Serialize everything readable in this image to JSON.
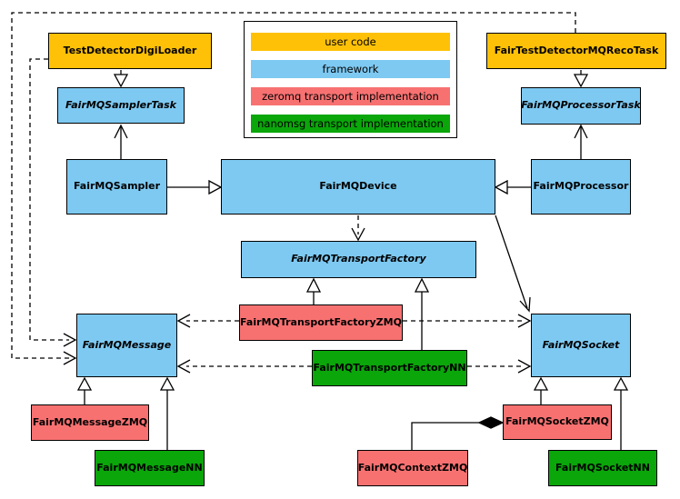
{
  "colors": {
    "user_code": "#FFC107",
    "framework": "#7DC9F2",
    "zeromq": "#F87171",
    "nanomsg": "#0AA60A",
    "line": "#000000",
    "background": "#FFFFFF"
  },
  "legend": {
    "items": [
      {
        "label": "user code",
        "color_key": "user_code"
      },
      {
        "label": "framework",
        "color_key": "framework"
      },
      {
        "label": "zeromq transport implementation",
        "color_key": "zeromq"
      },
      {
        "label": "nanomsg transport implementation",
        "color_key": "nanomsg"
      }
    ]
  },
  "nodes": {
    "digi_loader": {
      "label": "TestDetectorDigiLoader",
      "category": "user_code",
      "abstract": false
    },
    "reco_task": {
      "label": "FairTestDetectorMQRecoTask",
      "category": "user_code",
      "abstract": false
    },
    "sampler_task": {
      "label": "FairMQSamplerTask",
      "category": "framework",
      "abstract": true
    },
    "processor_task": {
      "label": "FairMQProcessorTask",
      "category": "framework",
      "abstract": true
    },
    "sampler": {
      "label": "FairMQSampler",
      "category": "framework",
      "abstract": false
    },
    "device": {
      "label": "FairMQDevice",
      "category": "framework",
      "abstract": false
    },
    "processor": {
      "label": "FairMQProcessor",
      "category": "framework",
      "abstract": false
    },
    "transport_factory": {
      "label": "FairMQTransportFactory",
      "category": "framework",
      "abstract": true
    },
    "transport_factory_zmq": {
      "label": "FairMQTransportFactoryZMQ",
      "category": "zeromq",
      "abstract": false
    },
    "transport_factory_nn": {
      "label": "FairMQTransportFactoryNN",
      "category": "nanomsg",
      "abstract": false
    },
    "message": {
      "label": "FairMQMessage",
      "category": "framework",
      "abstract": true
    },
    "socket": {
      "label": "FairMQSocket",
      "category": "framework",
      "abstract": true
    },
    "message_zmq": {
      "label": "FairMQMessageZMQ",
      "category": "zeromq",
      "abstract": false
    },
    "message_nn": {
      "label": "FairMQMessageNN",
      "category": "nanomsg",
      "abstract": false
    },
    "context_zmq": {
      "label": "FairMQContextZMQ",
      "category": "zeromq",
      "abstract": false
    },
    "socket_zmq": {
      "label": "FairMQSocketZMQ",
      "category": "zeromq",
      "abstract": false
    },
    "socket_nn": {
      "label": "FairMQSocketNN",
      "category": "nanomsg",
      "abstract": false
    }
  },
  "connectors": [
    {
      "from": "TestDetectorDigiLoader",
      "to": "FairMQSamplerTask",
      "type": "inheritance"
    },
    {
      "from": "FairTestDetectorMQRecoTask",
      "to": "FairMQProcessorTask",
      "type": "inheritance"
    },
    {
      "from": "FairMQSampler",
      "to": "FairMQSamplerTask",
      "type": "association"
    },
    {
      "from": "FairMQProcessor",
      "to": "FairMQProcessorTask",
      "type": "association"
    },
    {
      "from": "FairMQSampler",
      "to": "FairMQDevice",
      "type": "inheritance"
    },
    {
      "from": "FairMQProcessor",
      "to": "FairMQDevice",
      "type": "inheritance"
    },
    {
      "from": "FairMQDevice",
      "to": "FairMQTransportFactory",
      "type": "dependency"
    },
    {
      "from": "FairMQDevice",
      "to": "FairMQSocket",
      "type": "association"
    },
    {
      "from": "TestDetectorDigiLoader",
      "to": "FairMQMessage",
      "type": "dependency"
    },
    {
      "from": "FairTestDetectorMQRecoTask",
      "to": "FairMQMessage",
      "type": "dependency"
    },
    {
      "from": "FairMQTransportFactoryZMQ",
      "to": "FairMQTransportFactory",
      "type": "inheritance"
    },
    {
      "from": "FairMQTransportFactoryNN",
      "to": "FairMQTransportFactory",
      "type": "inheritance"
    },
    {
      "from": "FairMQTransportFactoryZMQ",
      "to": "FairMQMessage",
      "type": "dependency"
    },
    {
      "from": "FairMQTransportFactoryZMQ",
      "to": "FairMQSocket",
      "type": "dependency"
    },
    {
      "from": "FairMQTransportFactoryNN",
      "to": "FairMQMessage",
      "type": "dependency"
    },
    {
      "from": "FairMQTransportFactoryNN",
      "to": "FairMQSocket",
      "type": "dependency"
    },
    {
      "from": "FairMQMessageZMQ",
      "to": "FairMQMessage",
      "type": "inheritance"
    },
    {
      "from": "FairMQMessageNN",
      "to": "FairMQMessage",
      "type": "inheritance"
    },
    {
      "from": "FairMQSocketZMQ",
      "to": "FairMQSocket",
      "type": "inheritance"
    },
    {
      "from": "FairMQSocketNN",
      "to": "FairMQSocket",
      "type": "inheritance"
    },
    {
      "from": "FairMQContextZMQ",
      "to": "FairMQSocketZMQ",
      "type": "composition"
    }
  ]
}
